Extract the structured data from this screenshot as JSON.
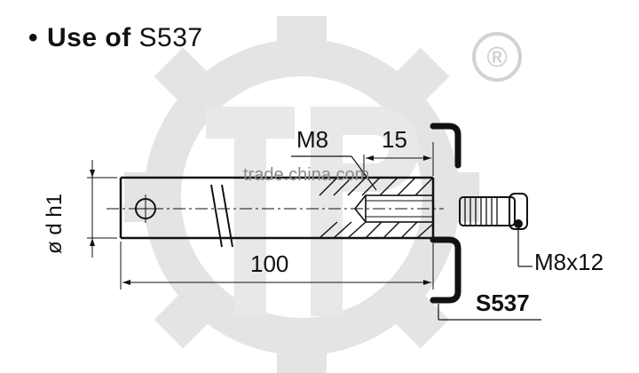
{
  "heading": {
    "bullet": "•",
    "prefix": "Use of",
    "code": "S537"
  },
  "logo": {
    "registered_symbol": "®"
  },
  "watermark": "trade.china.com",
  "dimensions": {
    "thread": "M8",
    "thread_depth": "15",
    "diameter": "ø d h1",
    "length": "100",
    "screw": "M8x12",
    "part_code": "S537"
  },
  "colors": {
    "ink": "#111111",
    "logo_gray": "#d9d9d9"
  }
}
